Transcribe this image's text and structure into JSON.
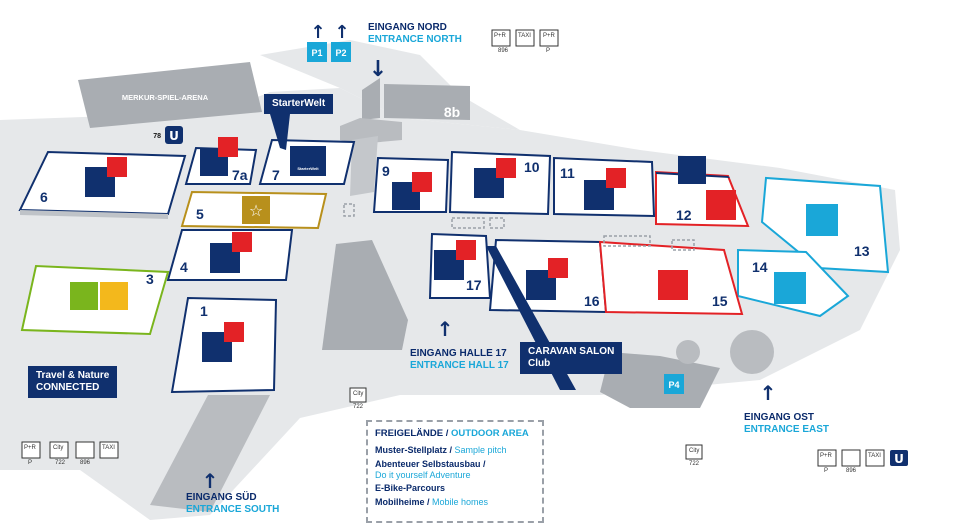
{
  "venue": {
    "arena": "MERKUR-SPIEL-ARENA",
    "hall_8b": "8b",
    "starterwelt": "StarterWelt",
    "starterwelt_logo": "StarterWelt",
    "tram_stop_number": "78"
  },
  "halls": [
    "1",
    "3",
    "4",
    "5",
    "6",
    "7",
    "7a",
    "9",
    "10",
    "11",
    "12",
    "13",
    "14",
    "15",
    "16",
    "17"
  ],
  "parking": [
    "P1",
    "P2",
    "P4"
  ],
  "entrances": {
    "north": {
      "de": "EINGANG NORD",
      "en": "ENTRANCE NORTH"
    },
    "south": {
      "de": "EINGANG SÜD",
      "en": "ENTRANCE SOUTH"
    },
    "east": {
      "de": "EINGANG OST",
      "en": "ENTRANCE EAST"
    },
    "hall17": {
      "de": "EINGANG HALLE 17",
      "en": "ENTRANCE HALL 17"
    }
  },
  "callouts": {
    "travel_line1": "Travel & Nature",
    "travel_line2": "CONNECTED",
    "caravan_line1": "CARAVAN SALON",
    "caravan_line2": "Club"
  },
  "bus_numbers": {
    "north": "896",
    "center": "722",
    "southwest_city": "722",
    "southwest_taxi": "896",
    "east": "722",
    "east_taxi": "896"
  },
  "transport_labels": {
    "park_ride": "P+R",
    "city": "City",
    "taxi": "TAXI",
    "p": "P"
  },
  "legend": {
    "title_de": "FREIGELÄNDE",
    "title_sep": " / ",
    "title_en": "OUTDOOR AREA",
    "items": [
      {
        "de": "Muster-Stellplatz",
        "en": "Sample pitch"
      },
      {
        "de": "Abenteuer Selbstausbau",
        "en": "Do it yourself Adventure"
      },
      {
        "de": "E-Bike-Parcours",
        "en": ""
      },
      {
        "de": "Mobilheime",
        "en": "Mobile homes"
      }
    ]
  },
  "colors": {
    "navy": "#10306e",
    "red": "#e32226",
    "cyan": "#1aa7d8",
    "gold": "#b8901c",
    "green": "#7ab51d",
    "ground": "#e6e8ea",
    "building": "#a9adb2"
  }
}
